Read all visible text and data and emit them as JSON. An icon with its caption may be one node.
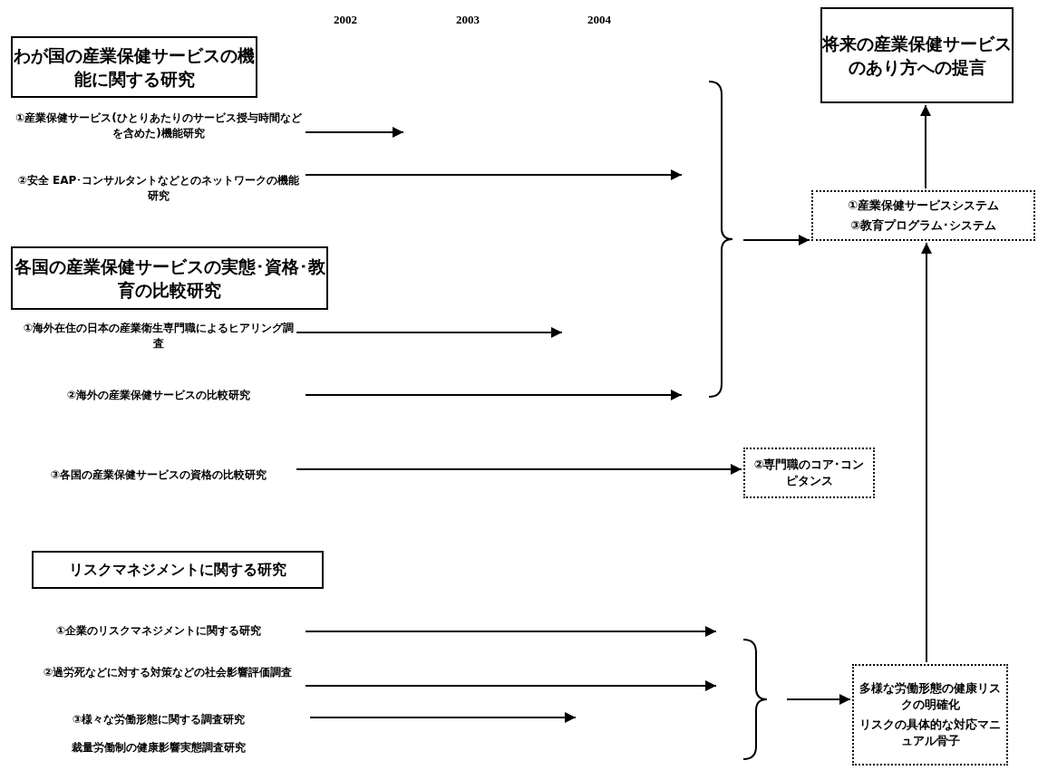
{
  "diagram": {
    "nodes": [
      {
        "text": [
          "わが国の産業保健サービスの機能に関する研究"
        ]
      },
      {
        "text": [
          "①産業保健サービス(ひとりあたりのサービス授与時間などを含めた)機能研究"
        ]
      },
      {
        "text": [
          "②安全 EAP･コンサルタントなどとのネットワークの機能研究"
        ]
      },
      {
        "text": [
          "各国の産業保健サービスの実態･資格･教育の比較研究"
        ]
      },
      {
        "text": [
          "①海外在住の日本の産業衛生専門職によるヒアリング調査"
        ]
      },
      {
        "text": [
          "②海外の産業保健サービスの比較研究"
        ]
      },
      {
        "text": [
          "③各国の産業保健サービスの資格の比較研究"
        ]
      },
      {
        "text": [
          "リスクマネジメントに関する研究"
        ]
      },
      {
        "text": [
          "①企業のリスクマネジメントに関する研究"
        ]
      },
      {
        "text": [
          "②過労死などに対する対策などの社会影響評価調査"
        ]
      },
      {
        "text": [
          "③様々な労働形態に関する調査研究",
          "裁量労働制の健康影響実態調査研究"
        ]
      },
      {
        "text": [
          "将来の産業保健サービスのあり方への提言"
        ]
      },
      {
        "text": [
          "①産業保健サービスシステム",
          "③教育プログラム･システム"
        ]
      },
      {
        "text": [
          "②専門職のコア･コンピタンス"
        ]
      },
      {
        "text": [
          "多様な労働形態の健康リスクの明確化",
          "リスクの具体的な対応マニュアル骨子"
        ]
      }
    ],
    "edges": [
      {
        "from": 1,
        "to": null,
        "arrow": "to"
      },
      {
        "from": 2,
        "to": null,
        "arrow": "to"
      },
      {
        "from": 4,
        "to": null,
        "arrow": "to"
      },
      {
        "from": 5,
        "to": null,
        "arrow": "to"
      },
      {
        "from": 6,
        "to": 13,
        "arrow": "to"
      },
      {
        "from": 8,
        "to": null,
        "arrow": "to"
      },
      {
        "from": 9,
        "to": null,
        "arrow": "to"
      },
      {
        "from": 10,
        "to": null,
        "arrow": "to"
      },
      {
        "from": null,
        "to": 12,
        "arrow": "to"
      },
      {
        "from": 12,
        "to": 11,
        "arrow": "to"
      },
      {
        "from": 14,
        "to": 12,
        "arrow": "to"
      },
      {
        "from": null,
        "to": 14,
        "arrow": "to"
      }
    ],
    "labels": [
      "2002",
      "2003",
      "2004"
    ]
  }
}
